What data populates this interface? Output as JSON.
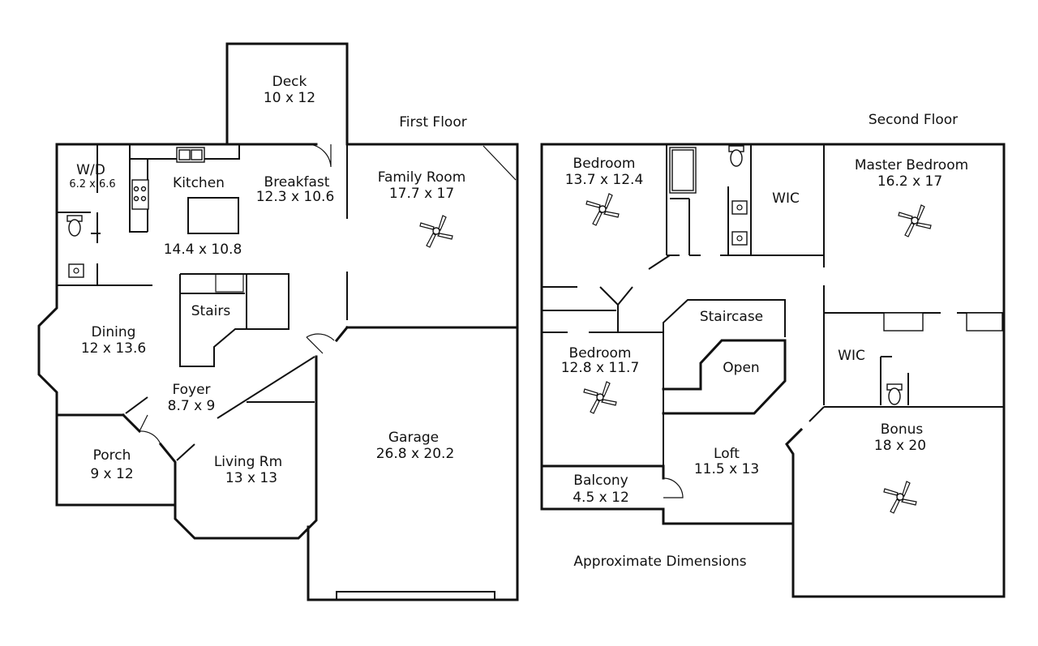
{
  "titles": {
    "first_floor": "First Floor",
    "second_floor": "Second Floor",
    "note": "Approximate Dimensions"
  },
  "first_floor": {
    "deck": {
      "name": "Deck",
      "dims": "10 x 12"
    },
    "wd": {
      "name": "W/D",
      "dims": "6.2 x 6.6"
    },
    "kitchen": {
      "name": "Kitchen",
      "dims": "14.4 x 10.8"
    },
    "breakfast": {
      "name": "Breakfast",
      "dims": "12.3 x 10.6"
    },
    "family_room": {
      "name": "Family Room",
      "dims": "17.7 x 17"
    },
    "stairs": {
      "name": "Stairs"
    },
    "dining": {
      "name": "Dining",
      "dims": "12 x 13.6"
    },
    "foyer": {
      "name": "Foyer",
      "dims": "8.7 x 9"
    },
    "porch": {
      "name": "Porch",
      "dims": "9 x 12"
    },
    "living": {
      "name": "Living Rm",
      "dims": "13 x 13"
    },
    "garage": {
      "name": "Garage",
      "dims": "26.8 x 20.2"
    }
  },
  "second_floor": {
    "bedroom1": {
      "name": "Bedroom",
      "dims": "13.7 x 12.4"
    },
    "wic1": {
      "name": "WIC"
    },
    "master": {
      "name": "Master Bedroom",
      "dims": "16.2 x 17"
    },
    "staircase": {
      "name": "Staircase"
    },
    "open": {
      "name": "Open"
    },
    "bedroom2": {
      "name": "Bedroom",
      "dims": "12.8 x 11.7"
    },
    "wic2": {
      "name": "WIC"
    },
    "bonus": {
      "name": "Bonus",
      "dims": "18 x 20"
    },
    "loft": {
      "name": "Loft",
      "dims": "11.5 x 13"
    },
    "balcony": {
      "name": "Balcony",
      "dims": "4.5 x 12"
    }
  }
}
